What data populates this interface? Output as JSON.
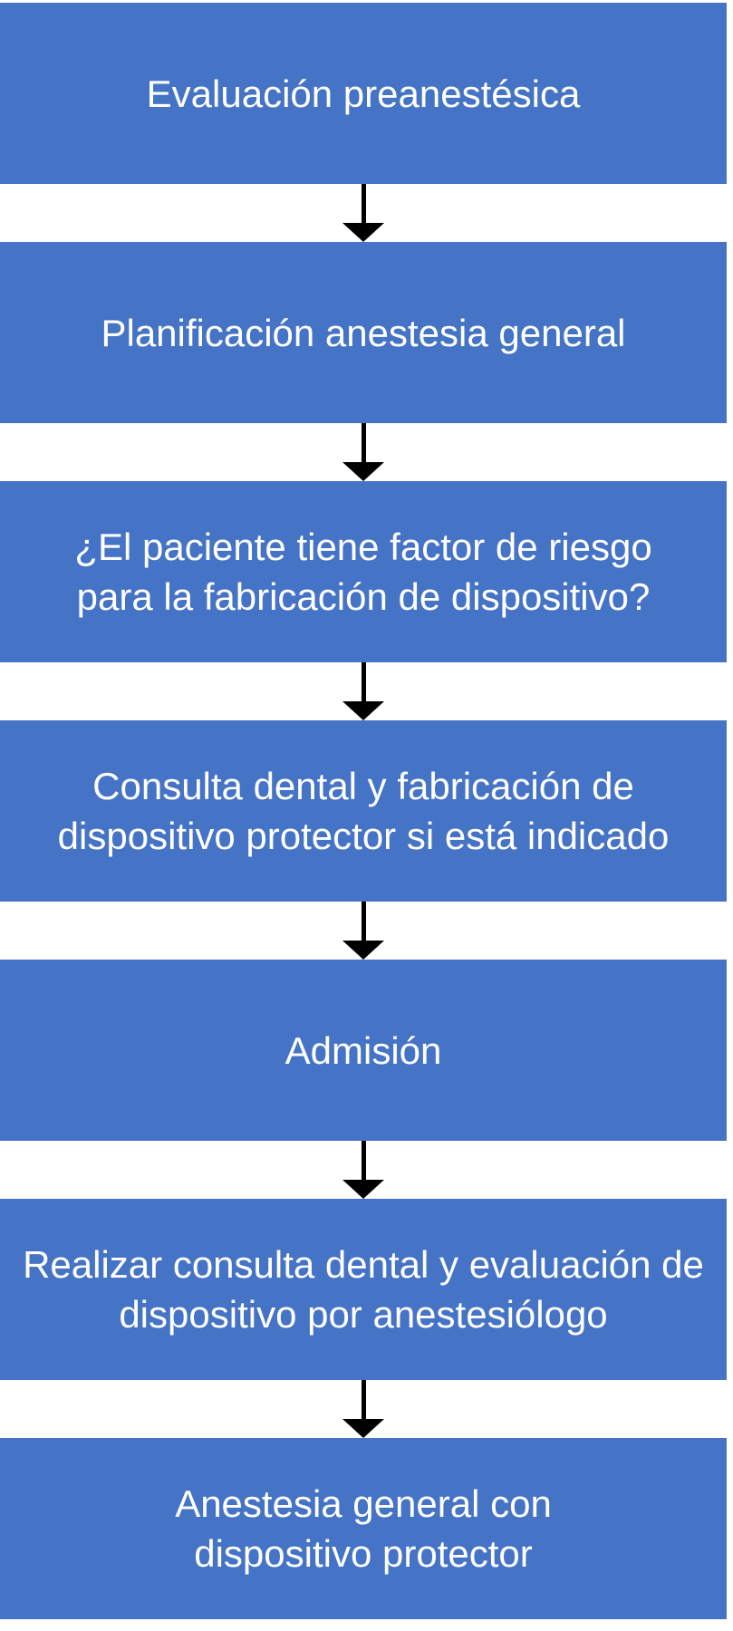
{
  "flowchart": {
    "type": "flowchart",
    "direction": "top-down",
    "connector": "down-arrow",
    "colors": {
      "background": "#ffffff",
      "box_fill": "#4573C5",
      "box_text": "#ffffff",
      "arrow": "#000000"
    },
    "steps": [
      {
        "label": "Evaluación preanestésica",
        "lines": [
          "Evaluación preanestésica"
        ]
      },
      {
        "label": "Planificación anestesia general",
        "lines": [
          "Planificación anestesia general"
        ]
      },
      {
        "label": "¿El paciente tiene factor de riesgo para la fabricación de dispositivo?",
        "lines": [
          "¿El paciente tiene factor de riesgo",
          "para la fabricación de dispositivo?"
        ]
      },
      {
        "label": "Consulta dental y fabricación de dispositivo protector si está indicado",
        "lines": [
          "Consulta dental y fabricación de",
          "dispositivo protector si está indicado"
        ]
      },
      {
        "label": "Admisión",
        "lines": [
          "Admisión"
        ]
      },
      {
        "label": "Realizar consulta dental y evaluación de dispositivo por anestesiólogo",
        "lines": [
          "Realizar consulta dental y evaluación de",
          "dispositivo por anestesiólogo"
        ]
      },
      {
        "label": "Anestesia general con dispositivo protector",
        "lines": [
          "Anestesia general con",
          "dispositivo protector"
        ]
      }
    ]
  }
}
